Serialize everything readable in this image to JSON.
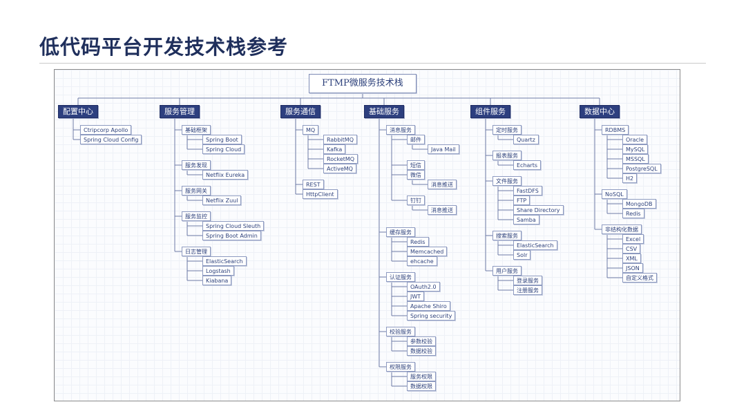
{
  "slide": {
    "title": "低代码平台开发技术栈参考"
  },
  "tree": {
    "root": "FTMP微服务技术栈",
    "categories": [
      {
        "label": "配置中心",
        "children": [
          {
            "label": "Ctripcorp Apollo"
          },
          {
            "label": "Spring Cloud Config"
          }
        ]
      },
      {
        "label": "服务管理",
        "children": [
          {
            "label": "基础框架",
            "children": [
              {
                "label": "Spring Boot"
              },
              {
                "label": "Spring Cloud"
              }
            ]
          },
          {
            "label": "服务发现",
            "children": [
              {
                "label": "Netflix Eureka"
              }
            ]
          },
          {
            "label": "服务网关",
            "children": [
              {
                "label": "Netflix Zuul"
              }
            ]
          },
          {
            "label": "服务监控",
            "children": [
              {
                "label": "Spring Cloud Sleuth"
              },
              {
                "label": "Spring Boot Admin"
              }
            ]
          },
          {
            "label": "日志管理",
            "children": [
              {
                "label": "ElasticSearch"
              },
              {
                "label": "Logstash"
              },
              {
                "label": "Kiabana"
              }
            ]
          }
        ]
      },
      {
        "label": "服务通信",
        "children": [
          {
            "label": "MQ",
            "children": [
              {
                "label": "RabbitMQ"
              },
              {
                "label": "Kafka"
              },
              {
                "label": "RocketMQ"
              },
              {
                "label": "ActiveMQ"
              }
            ]
          },
          {
            "label": "REST"
          },
          {
            "label": "HttpClient"
          }
        ]
      },
      {
        "label": "基础服务",
        "children": [
          {
            "label": "消息服务",
            "children": [
              {
                "label": "邮件",
                "children": [
                  {
                    "label": "Java Mail"
                  }
                ]
              },
              {
                "label": "短信"
              },
              {
                "label": "微信",
                "children": [
                  {
                    "label": "消息推送"
                  }
                ]
              },
              {
                "label": "钉钉",
                "children": [
                  {
                    "label": "消息推送"
                  }
                ]
              }
            ]
          },
          {
            "label": "缓存服务",
            "children": [
              {
                "label": "Redis"
              },
              {
                "label": "Memcached"
              },
              {
                "label": "ehcache"
              }
            ]
          },
          {
            "label": "认证服务",
            "children": [
              {
                "label": "OAuth2.0"
              },
              {
                "label": "JWT"
              },
              {
                "label": "Apache Shiro"
              },
              {
                "label": "Spring security"
              }
            ]
          },
          {
            "label": "校验服务",
            "children": [
              {
                "label": "参数校验"
              },
              {
                "label": "数据校验"
              }
            ]
          },
          {
            "label": "权限服务",
            "children": [
              {
                "label": "服务权限"
              },
              {
                "label": "数据权限"
              }
            ]
          }
        ]
      },
      {
        "label": "组件服务",
        "children": [
          {
            "label": "定时服务",
            "children": [
              {
                "label": "Quartz"
              }
            ]
          },
          {
            "label": "报表服务",
            "children": [
              {
                "label": "Echarts"
              }
            ]
          },
          {
            "label": "文件服务",
            "children": [
              {
                "label": "FastDFS"
              },
              {
                "label": "FTP"
              },
              {
                "label": "Share Directory"
              },
              {
                "label": "Samba"
              }
            ]
          },
          {
            "label": "搜索服务",
            "children": [
              {
                "label": "ElasticSearch"
              },
              {
                "label": "Solr"
              }
            ]
          },
          {
            "label": "用户服务",
            "children": [
              {
                "label": "登录服务"
              },
              {
                "label": "注册服务"
              }
            ]
          }
        ]
      },
      {
        "label": "数据中心",
        "children": [
          {
            "label": "RDBMS",
            "children": [
              {
                "label": "Oracle"
              },
              {
                "label": "MySQL"
              },
              {
                "label": "MSSQL"
              },
              {
                "label": "PostgreSQL"
              },
              {
                "label": "H2"
              }
            ]
          },
          {
            "label": "NoSQL",
            "children": [
              {
                "label": "MongoDB"
              },
              {
                "label": "Redis"
              }
            ]
          },
          {
            "label": "非结构化数据",
            "children": [
              {
                "label": "Excel"
              },
              {
                "label": "CSV"
              },
              {
                "label": "XML"
              },
              {
                "label": "JSON"
              },
              {
                "label": "自定义格式"
              }
            ]
          }
        ]
      }
    ]
  }
}
